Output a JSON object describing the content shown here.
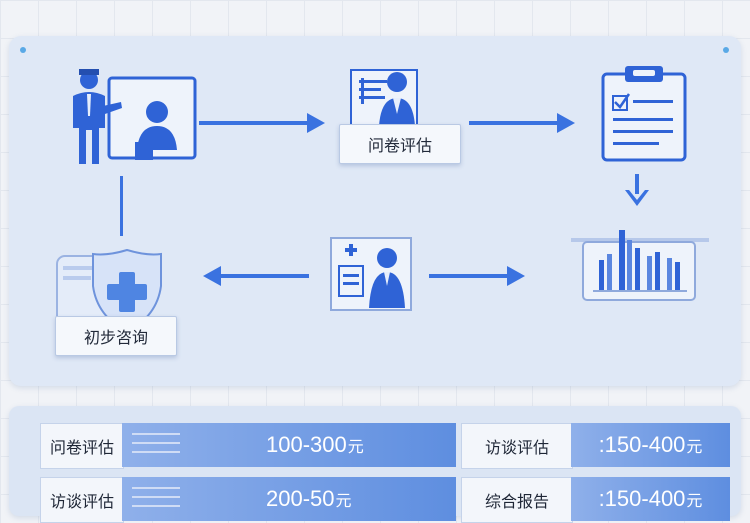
{
  "nodes": {
    "questionnaire_label": "问卷评估",
    "initial_consult_label": "初步咨询"
  },
  "fees": {
    "rows": [
      {
        "left_label": "问卷评估",
        "left_value": "100-300",
        "left_unit": "元",
        "right_label": "访谈评估",
        "right_value": ":150-400",
        "right_unit": "元"
      },
      {
        "left_label": "访谈评估",
        "left_value": "200-50",
        "left_unit": "元",
        "right_label": "综合报告",
        "right_value": ":150-400",
        "right_unit": "元"
      }
    ]
  },
  "colors": {
    "icon_blue": "#2f63d6",
    "arrow_blue": "#3a72e0",
    "value_gradient_start": "#8fb0ea",
    "value_gradient_end": "#5e8ee0"
  },
  "icons": [
    "consultant-with-client-icon",
    "questionnaire-person-icon",
    "clipboard-checklist-icon",
    "bar-chart-report-icon",
    "medical-interview-person-icon",
    "medical-cross-shield-icon"
  ]
}
